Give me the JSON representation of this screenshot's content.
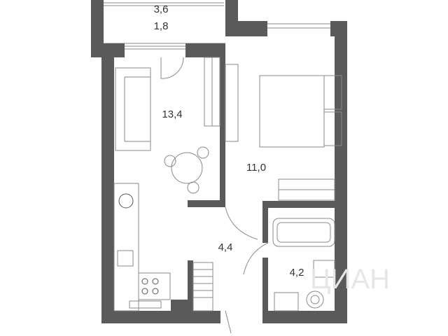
{
  "plan": {
    "rooms": [
      {
        "id": "balcony",
        "area_outer": "3,6",
        "area_inner": "1,8"
      },
      {
        "id": "living-kitchen",
        "area": "13,4"
      },
      {
        "id": "bedroom",
        "area": "11,0"
      },
      {
        "id": "hallway",
        "area": "4,4"
      },
      {
        "id": "bathroom",
        "area": "4,2"
      }
    ],
    "watermark": "ЦИАН"
  },
  "colors": {
    "wall": "#5a5a5a",
    "fixture": "#8a8a8a",
    "label": "#333333",
    "watermark": "#e6e6e6"
  }
}
